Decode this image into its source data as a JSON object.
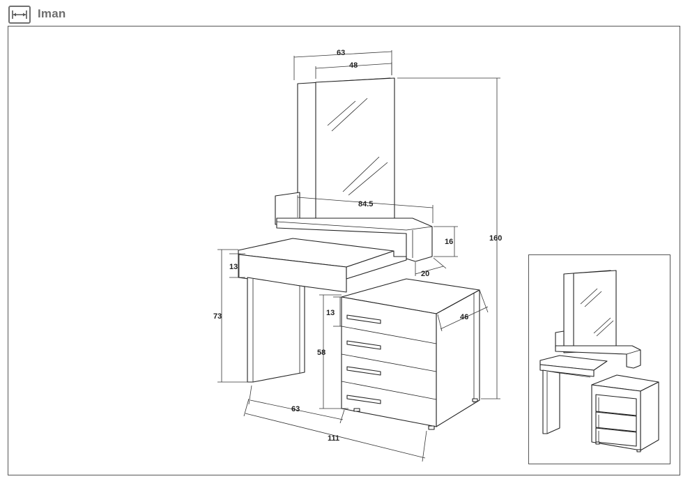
{
  "header": {
    "title": "Iman",
    "icon": "width-dimension-icon"
  },
  "dimensions": {
    "mirror_total_width": "63",
    "mirror_glass_width": "48",
    "total_height": "160",
    "shelf_width": "84.5",
    "shelf_height": "16",
    "shelf_depth": "20",
    "drawer_front_height_left": "13",
    "drawer_front_height_right": "13",
    "desk_height": "73",
    "cabinet_depth": "46",
    "cabinet_height": "58",
    "desk_width": "63",
    "total_width": "111"
  }
}
